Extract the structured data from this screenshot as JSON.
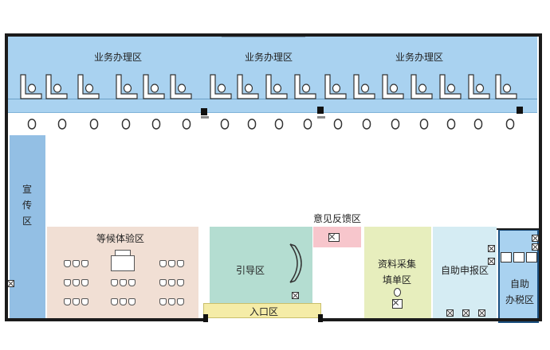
{
  "zones": {
    "business_left": "业务办理区",
    "business_mid": "业务办理区",
    "business_right": "业务办理区",
    "publicity": "宣传区",
    "waiting": "等候体验区",
    "guide": "引导区",
    "feedback": "意见反馈区",
    "materials_line1": "资料采集",
    "materials_line2": "填单区",
    "self_report": "自助申报区",
    "self_tax_line1": "自助",
    "self_tax_line2": "办税区",
    "entrance": "入口区"
  },
  "colors": {
    "business": "#a9d2f0",
    "publicity": "#93bfe4",
    "waiting": "#f1dfd4",
    "guide": "#b4ddd1",
    "feedback": "#f7c6cc",
    "materials": "#e7eebd",
    "self_report": "#d5ecf3",
    "self_tax": "#a9d2f0",
    "entrance": "#f5eca7",
    "wall": "#1b1b1b"
  }
}
